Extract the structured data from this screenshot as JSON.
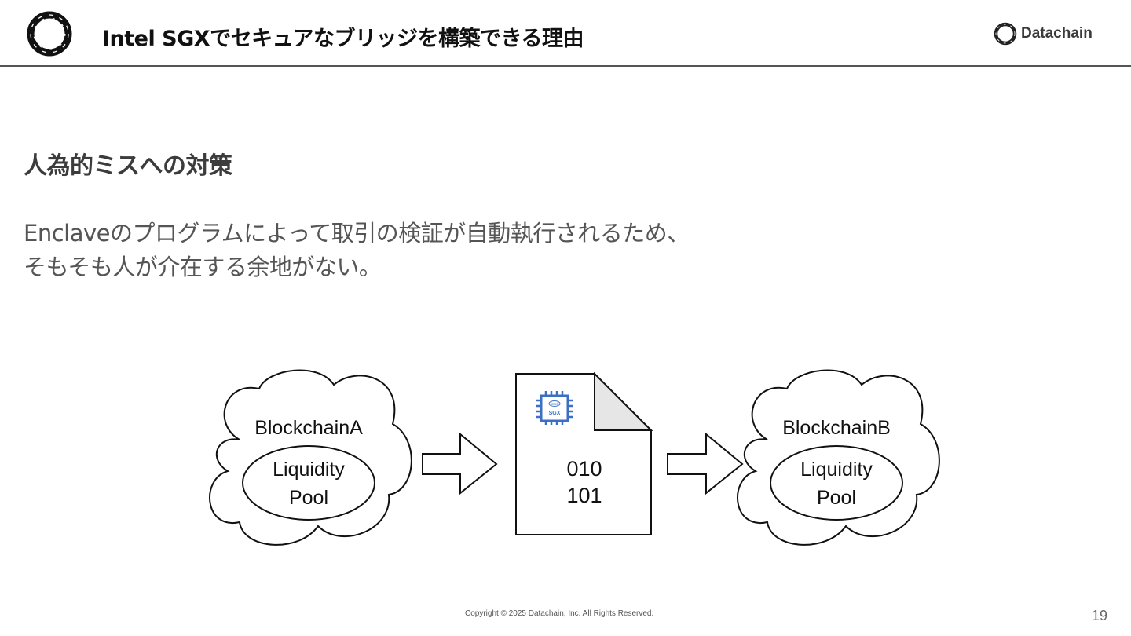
{
  "header": {
    "title": "Intel SGXでセキュアなブリッジを構築できる理由",
    "brand_name": "Datachain",
    "logo_icon": "ring-logo-icon"
  },
  "content": {
    "heading": "人為的ミスへの対策",
    "body_lines": [
      "Enclaveのプログラムによって取引の検証が自動執行されるため、",
      "そもそも人が介在する余地がない。"
    ]
  },
  "diagram": {
    "left_cloud": {
      "title": "BlockchainA",
      "pool_line1": "Liquidity",
      "pool_line2": "Pool"
    },
    "document": {
      "line1": "010",
      "line2": "101",
      "chip_label1": "intel",
      "chip_label2": "SGX",
      "chip_icon": "sgx-chip-icon"
    },
    "right_cloud": {
      "title": "BlockchainB",
      "pool_line1": "Liquidity",
      "pool_line2": "Pool"
    },
    "arrow_icon": "right-arrow-icon",
    "colors": {
      "chip": "#3b6fc4",
      "stroke": "#111111",
      "doc_fold": "#e6e6e6"
    }
  },
  "footer": {
    "copyright": "Copyright © 2025 Datachain, Inc.  All Rights Reserved.",
    "page_number": "19"
  }
}
